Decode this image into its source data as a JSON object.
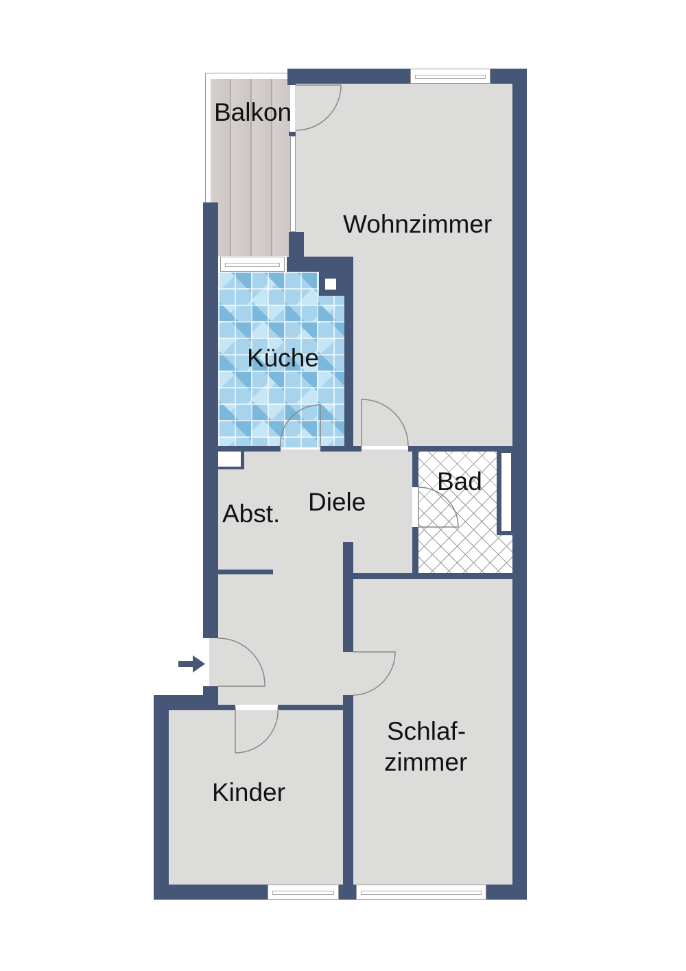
{
  "floorplan": {
    "wall_color": "#465677",
    "floor_color": "#dcdcdb",
    "rooms": [
      {
        "id": "balkon",
        "label": "Balkon"
      },
      {
        "id": "wohnzimmer",
        "label": "Wohnzimmer"
      },
      {
        "id": "kueche",
        "label": "Küche"
      },
      {
        "id": "bad",
        "label": "Bad"
      },
      {
        "id": "abst",
        "label": "Abst."
      },
      {
        "id": "diele",
        "label": "Diele"
      },
      {
        "id": "schlafzimmer",
        "label_line1": "Schlaf-",
        "label_line2": "zimmer"
      },
      {
        "id": "kinder",
        "label": "Kinder"
      }
    ],
    "entrance_marker": "arrow-right-icon"
  }
}
